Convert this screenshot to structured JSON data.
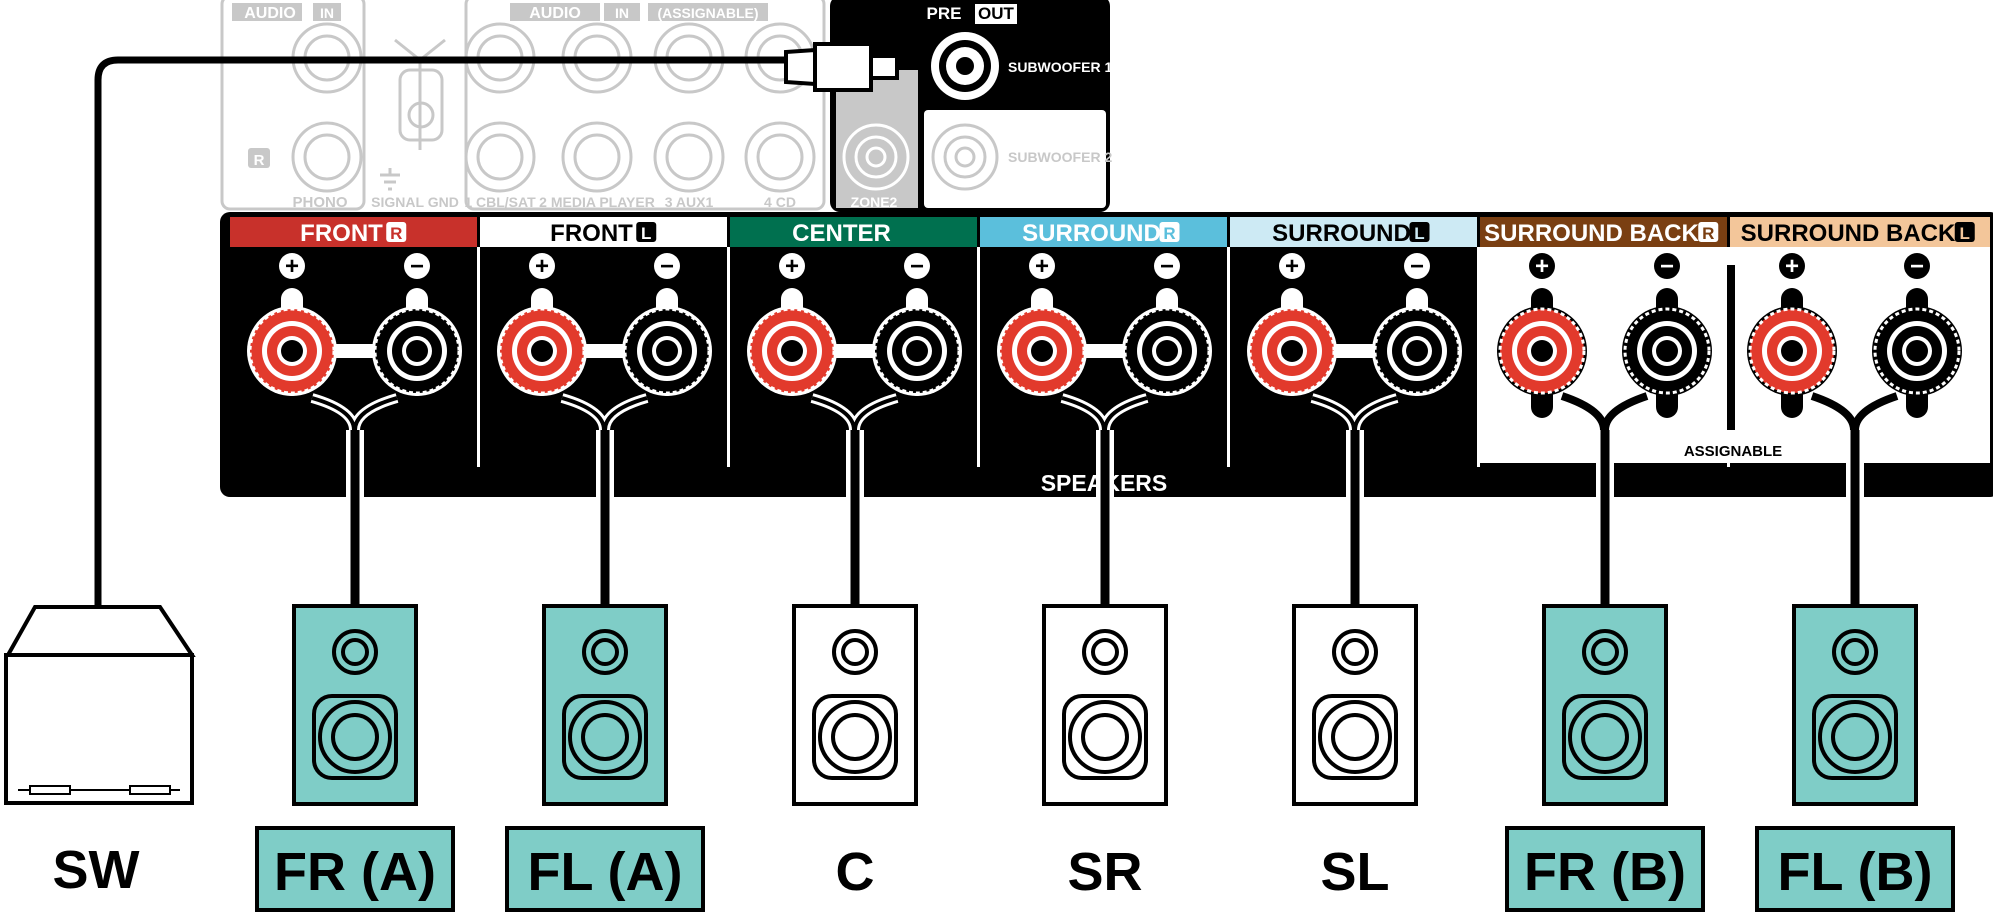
{
  "audio_in_group": {
    "header_audio": "AUDIO",
    "header_in": "IN",
    "side_letter": "R",
    "jack_label": "PHONO"
  },
  "signal_gnd_label": "SIGNAL GND",
  "assignable_group": {
    "header_audio": "AUDIO",
    "header_in": "IN",
    "header_assignable": "(ASSIGNABLE)",
    "jack_labels": [
      "1 CBL/SAT",
      "2 MEDIA PLAYER",
      "3 AUX1",
      "4 CD"
    ]
  },
  "pre_out": {
    "header_pre": "PRE",
    "header_out": "OUT",
    "zone2_label": "ZONE2",
    "subwoofer1_label": "SUBWOOFER 1",
    "subwoofer2_label": "SUBWOOFER 2"
  },
  "speakers_panel": {
    "label": "SPEAKERS",
    "assignable_label": "ASSIGNABLE",
    "plus_symbol": "+",
    "minus_symbol": "−",
    "channels": [
      {
        "name": "FRONT",
        "side": "R",
        "color": "#c8312b",
        "text_color": "#ffffff"
      },
      {
        "name": "FRONT",
        "side": "L",
        "color": "#ffffff",
        "text_color": "#000000"
      },
      {
        "name": "CENTER",
        "side": "",
        "color": "#00704f",
        "text_color": "#ffffff"
      },
      {
        "name": "SURROUND",
        "side": "R",
        "color": "#5bbfdc",
        "text_color": "#ffffff"
      },
      {
        "name": "SURROUND",
        "side": "L",
        "color": "#cdeaf4",
        "text_color": "#000000"
      },
      {
        "name": "SURROUND BACK",
        "side": "R",
        "color": "#7a3f12",
        "text_color": "#ffffff"
      },
      {
        "name": "SURROUND BACK",
        "side": "L",
        "color": "#f3c69a",
        "text_color": "#000000"
      }
    ]
  },
  "speakers": [
    {
      "label": "FR (A)",
      "highlighted": true
    },
    {
      "label": "FL (A)",
      "highlighted": true
    },
    {
      "label": "C",
      "highlighted": false
    },
    {
      "label": "SR",
      "highlighted": false
    },
    {
      "label": "SL",
      "highlighted": false
    },
    {
      "label": "FR (B)",
      "highlighted": true
    },
    {
      "label": "FL (B)",
      "highlighted": true
    }
  ],
  "subwoofer_label": "SW",
  "colors": {
    "highlight_fill": "#7fcdc7",
    "terminal_red": "#e23a2c",
    "faded_outline": "#c8c8c8",
    "panel_black": "#000000"
  }
}
